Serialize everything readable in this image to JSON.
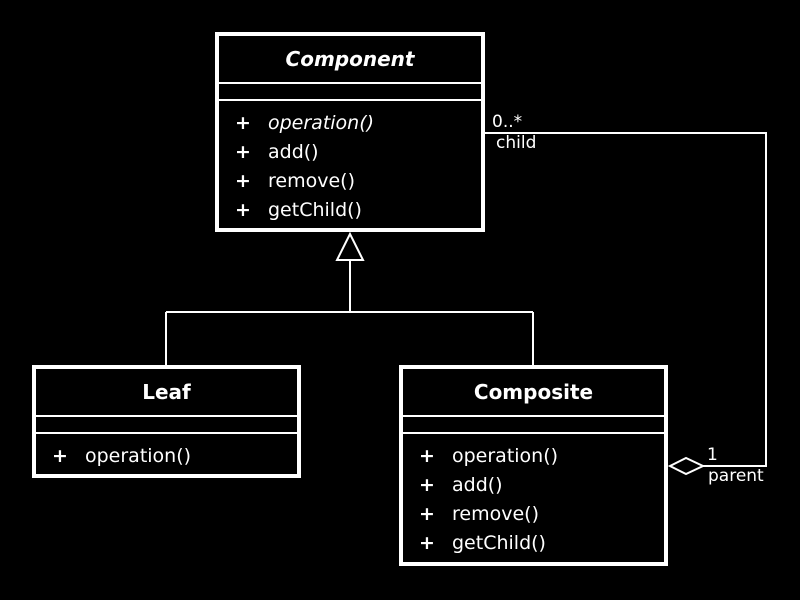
{
  "colors": {
    "background": "#000000",
    "foreground": "#ffffff"
  },
  "classes": {
    "component": {
      "name": "Component",
      "abstract": true,
      "operations": [
        {
          "visibility": "+",
          "name": "operation()",
          "abstract": true
        },
        {
          "visibility": "+",
          "name": "add()"
        },
        {
          "visibility": "+",
          "name": "remove()"
        },
        {
          "visibility": "+",
          "name": "getChild()"
        }
      ]
    },
    "leaf": {
      "name": "Leaf",
      "operations": [
        {
          "visibility": "+",
          "name": "operation()"
        }
      ]
    },
    "composite": {
      "name": "Composite",
      "operations": [
        {
          "visibility": "+",
          "name": "operation()"
        },
        {
          "visibility": "+",
          "name": "add()"
        },
        {
          "visibility": "+",
          "name": "remove()"
        },
        {
          "visibility": "+",
          "name": "getChild()"
        }
      ]
    }
  },
  "relationships": {
    "inheritance": {
      "kind": "generalization",
      "parent": "Component",
      "children": [
        "Leaf",
        "Composite"
      ]
    },
    "aggregation": {
      "kind": "aggregation",
      "child_end": {
        "multiplicity": "0..*",
        "role": "child"
      },
      "parent_end": {
        "multiplicity": "1",
        "role": "parent"
      }
    }
  }
}
